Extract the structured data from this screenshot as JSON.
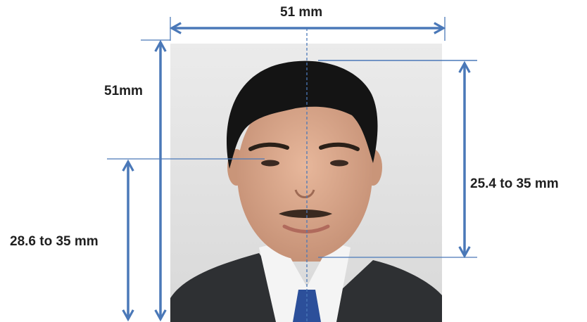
{
  "labels": {
    "top_width": "51 mm",
    "left_height": "51mm",
    "right_head_height": "25.4 to 35 mm",
    "left_eye_height": "28.6 to 35 mm"
  },
  "colors": {
    "arrow": "#4a78b8",
    "background": "#e7e7e7",
    "suit": "#2e3033",
    "shirt": "#f4f4f4",
    "hair": "#141414",
    "skin": "#d9a689",
    "tie": "#2c4f9a"
  }
}
